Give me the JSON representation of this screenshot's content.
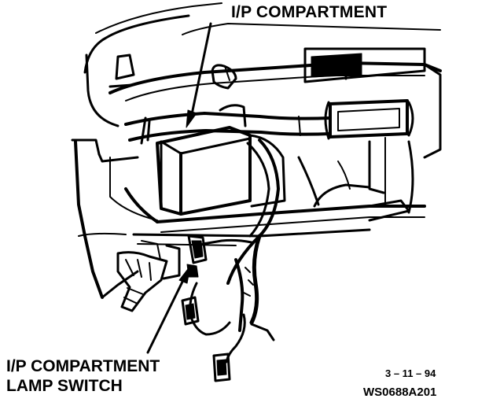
{
  "labels": {
    "ip_compartment": "I/P COMPARTMENT",
    "lamp_switch_line1": "I/P COMPARTMENT",
    "lamp_switch_line2": "LAMP SWITCH",
    "date": "3 – 11 – 94",
    "figure_code": "WS0688A201"
  },
  "colors": {
    "ink": "#000000",
    "paper": "#ffffff"
  }
}
